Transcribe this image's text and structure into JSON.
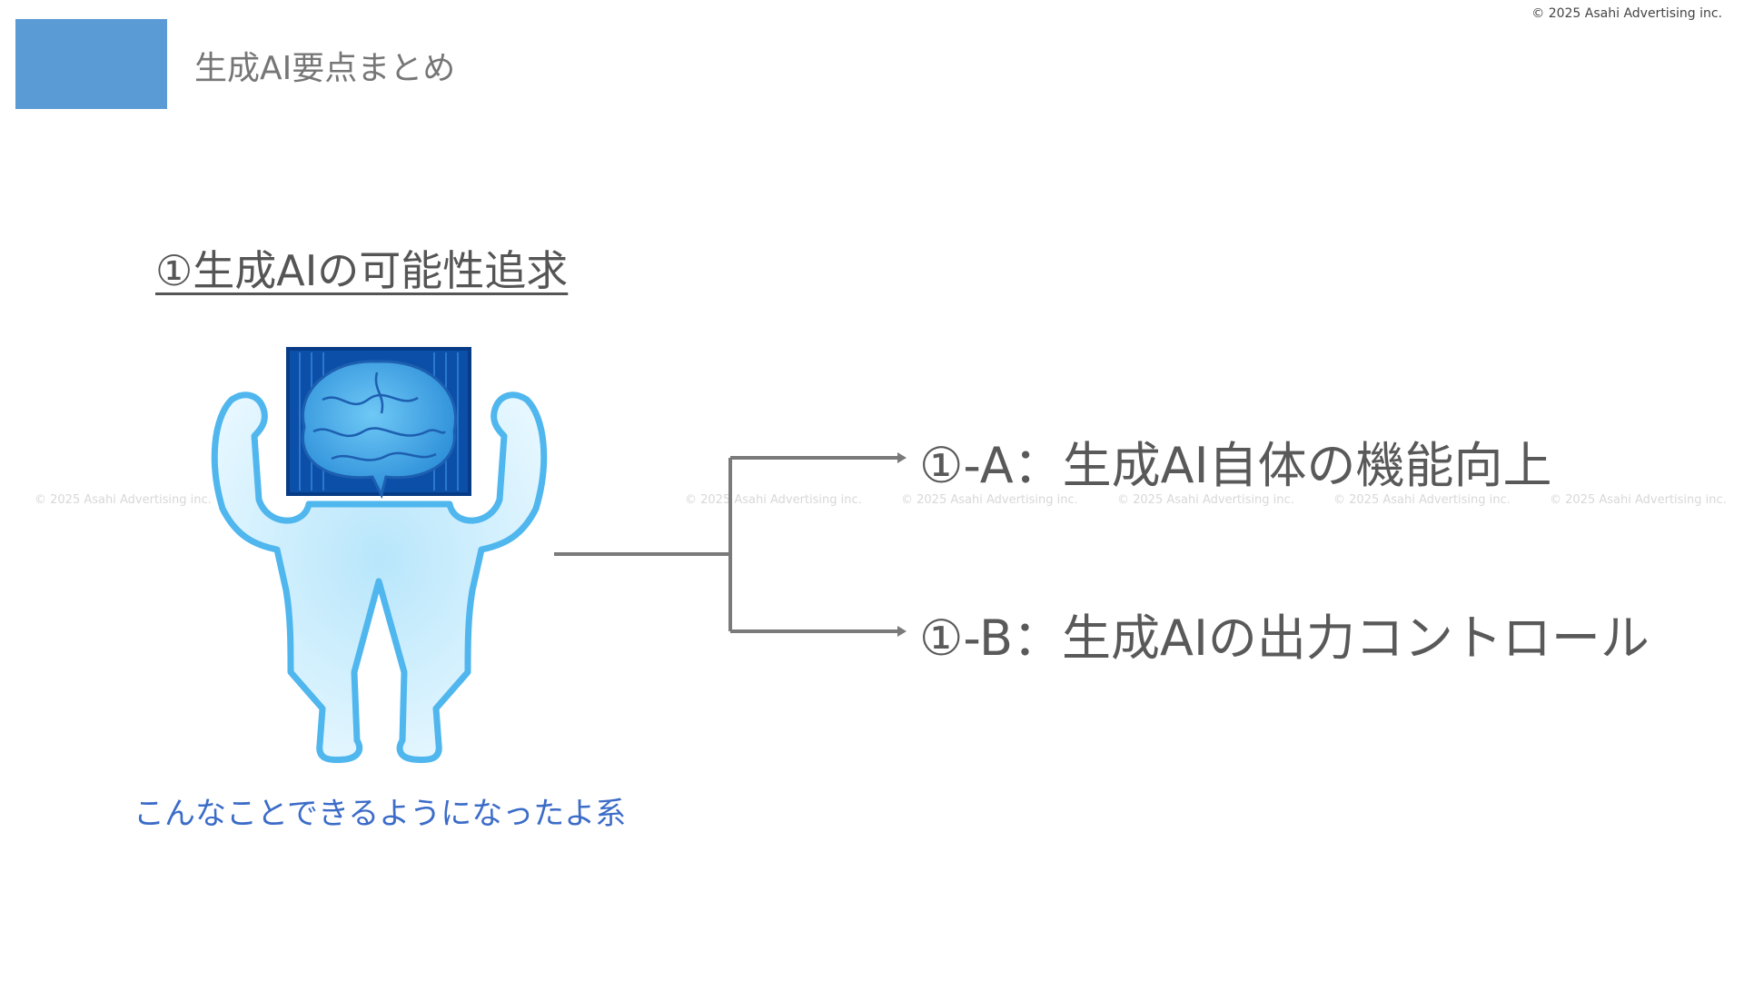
{
  "header": {
    "title": "生成AI要点まとめ",
    "accent_color": "#5b9bd5"
  },
  "copyright": "© 2025 Asahi Advertising inc.",
  "section": {
    "title": "①生成AIの可能性追求"
  },
  "watermark": "© 2025 Asahi Advertising inc.",
  "branches": [
    {
      "label": "①-A：生成AI自体の機能向上"
    },
    {
      "label": "①-B：生成AIの出力コントロール"
    }
  ],
  "caption": "こんなことできるようになったよ系"
}
